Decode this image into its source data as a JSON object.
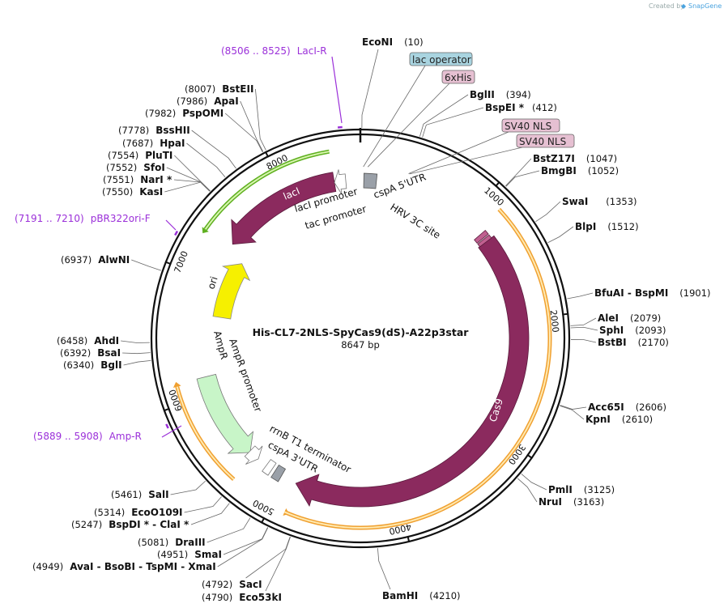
{
  "credit": {
    "prefix": "Created by",
    "brand": "SnapGene"
  },
  "plasmid": {
    "name": "His-CL7-2NLS-SpyCas9(dS)-A22p3star",
    "length_label": "8647 bp",
    "length": 8647
  },
  "restriction_sites": [
    {
      "name": "EcoNI",
      "pos": "(10)"
    },
    {
      "name": "BglII",
      "pos": "(394)"
    },
    {
      "name": "BspEI *",
      "pos": "(412)"
    },
    {
      "name": "BstZ17I",
      "pos": "(1047)"
    },
    {
      "name": "BmgBI",
      "pos": "(1052)"
    },
    {
      "name": "SwaI",
      "pos": "(1353)"
    },
    {
      "name": "BlpI",
      "pos": "(1512)"
    },
    {
      "name": "BfuAI - BspMI",
      "pos": "(1901)"
    },
    {
      "name": "AleI",
      "pos": "(2079)"
    },
    {
      "name": "SphI",
      "pos": "(2093)"
    },
    {
      "name": "BstBI",
      "pos": "(2170)"
    },
    {
      "name": "Acc65I",
      "pos": "(2606)"
    },
    {
      "name": "KpnI",
      "pos": "(2610)"
    },
    {
      "name": "PmlI",
      "pos": "(3125)"
    },
    {
      "name": "NruI",
      "pos": "(3163)"
    },
    {
      "name": "BamHI",
      "pos": "(4210)"
    },
    {
      "name": "Eco53kI",
      "pos": "(4790)"
    },
    {
      "name": "SacI",
      "pos": "(4792)"
    },
    {
      "name": "AvaI - BsoBI - TspMI - XmaI",
      "pos": "(4949)"
    },
    {
      "name": "SmaI",
      "pos": "(4951)"
    },
    {
      "name": "DraIII",
      "pos": "(5081)"
    },
    {
      "name": "BspDI * - ClaI *",
      "pos": "(5247)"
    },
    {
      "name": "EcoO109I",
      "pos": "(5314)"
    },
    {
      "name": "SalI",
      "pos": "(5461)"
    },
    {
      "name": "BglI",
      "pos": "(6340)"
    },
    {
      "name": "BsaI",
      "pos": "(6392)"
    },
    {
      "name": "AhdI",
      "pos": "(6458)"
    },
    {
      "name": "AlwNI",
      "pos": "(6937)"
    },
    {
      "name": "KasI",
      "pos": "(7550)"
    },
    {
      "name": "NarI *",
      "pos": "(7551)"
    },
    {
      "name": "SfoI",
      "pos": "(7552)"
    },
    {
      "name": "PluTI",
      "pos": "(7554)"
    },
    {
      "name": "HpaI",
      "pos": "(7687)"
    },
    {
      "name": "BssHII",
      "pos": "(7778)"
    },
    {
      "name": "PspOMI",
      "pos": "(7982)"
    },
    {
      "name": "ApaI",
      "pos": "(7986)"
    },
    {
      "name": "BstEII",
      "pos": "(8007)"
    }
  ],
  "primers": [
    {
      "range": "(8506 .. 8525)",
      "name": "LacI-R"
    },
    {
      "range": "(7191 .. 7210)",
      "name": "pBR322ori-F"
    },
    {
      "range": "(5889 .. 5908)",
      "name": "Amp-R"
    }
  ],
  "tags": [
    {
      "text": "lac operator",
      "fill": "#a9d4e0"
    },
    {
      "text": "6xHis",
      "fill": "#e6c0d2"
    },
    {
      "text": "SV40 NLS",
      "fill": "#e6c0d2"
    },
    {
      "text": "SV40 NLS",
      "fill": "#e6c0d2"
    }
  ],
  "features": {
    "lacI": "lacI",
    "lacI_promoter": "lacI promoter",
    "tac_promoter": "tac promoter",
    "cspA_5utr": "cspA 5'UTR",
    "hrv3c": "HRV 3C site",
    "cas9": "Cas9",
    "ori": "ori",
    "ampr": "AmpR",
    "ampr_promoter": "AmpR promoter",
    "rrnb": "rrnB T1 terminator",
    "cspA_3utr": "cspA 3'UTR"
  },
  "ticks": [
    "1000",
    "2000",
    "3000",
    "4000",
    "5000",
    "6000",
    "7000",
    "8000"
  ],
  "colors": {
    "cas9": "#8b2a5e",
    "lacI": "#8b2a5e",
    "ori": "#f6f000",
    "ampr": "#c8f5c8",
    "orf_outline": "#f0a030",
    "lacI_orf_outline": "#5fb020",
    "primer": "#9b30d9",
    "cspA": "#9aa0a8"
  }
}
